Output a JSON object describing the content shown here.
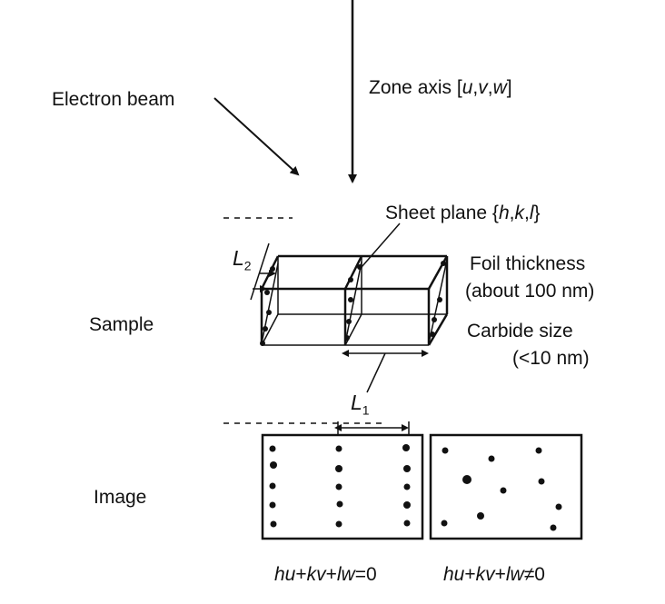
{
  "labels": {
    "electron_beam": "Electron beam",
    "zone_axis_prefix": "Zone axis [",
    "zone_axis_u": "u",
    "zone_axis_v": "v",
    "zone_axis_w": "w",
    "zone_axis_suffix": "]",
    "sheet_plane_prefix": "Sheet plane {",
    "sheet_plane_h": "h",
    "sheet_plane_k": "k",
    "sheet_plane_l": "l",
    "sheet_plane_suffix": "}",
    "foil_thickness_line1": "Foil thickness",
    "foil_thickness_line2": "(about 100 nm)",
    "carbide_size_line1": "Carbide size",
    "carbide_size_line2": "(<10 nm)",
    "sample": "Sample",
    "image": "Image",
    "L2_letter": "L",
    "L2_sub": "2",
    "L1_letter": "L",
    "L1_sub": "1",
    "cond_zero": {
      "h": "hu",
      "p1": "+",
      "k": "kv",
      "p2": "+",
      "l": "lw",
      "tail": "=0"
    },
    "cond_nonzero": {
      "h": "hu",
      "p1": "+",
      "k": "kv",
      "p2": "+",
      "l": "lw",
      "tail": "≠0"
    }
  },
  "colors": {
    "ink": "#111111",
    "background": "#ffffff"
  }
}
